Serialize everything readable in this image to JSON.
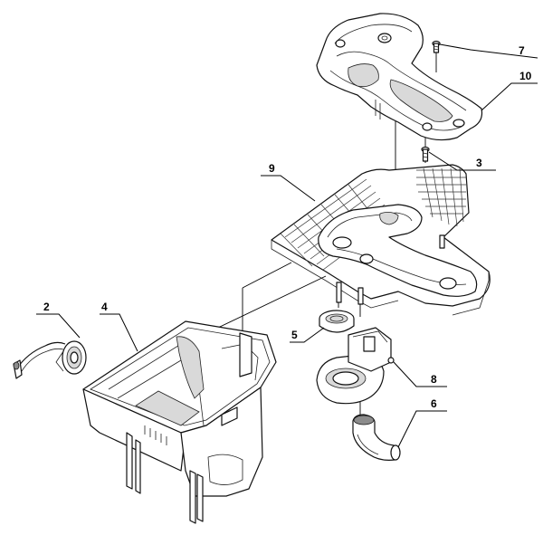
{
  "diagram": {
    "callouts": [
      {
        "id": "7",
        "label": "7"
      },
      {
        "id": "10",
        "label": "10"
      },
      {
        "id": "3",
        "label": "3"
      },
      {
        "id": "9",
        "label": "9"
      },
      {
        "id": "2",
        "label": "2"
      },
      {
        "id": "4",
        "label": "4"
      },
      {
        "id": "5",
        "label": "5"
      },
      {
        "id": "8",
        "label": "8"
      },
      {
        "id": "6",
        "label": "6"
      }
    ],
    "parts": [
      {
        "callout": "2",
        "icon": "hose-clip-icon"
      },
      {
        "callout": "3",
        "icon": "screw-icon"
      },
      {
        "callout": "4",
        "icon": "lower-housing-icon"
      },
      {
        "callout": "5",
        "icon": "sealing-ring-icon"
      },
      {
        "callout": "6",
        "icon": "elbow-duct-icon"
      },
      {
        "callout": "7",
        "icon": "screw-icon"
      },
      {
        "callout": "8",
        "icon": "intake-adapter-icon"
      },
      {
        "callout": "9",
        "icon": "filter-grid-plate-icon"
      },
      {
        "callout": "10",
        "icon": "upper-cover-icon"
      }
    ],
    "colors": {
      "line": "#111111",
      "fill": "#ffffff",
      "shade": "#d9d9d9",
      "dark": "#8c8c8c",
      "background": "#ffffff"
    }
  }
}
